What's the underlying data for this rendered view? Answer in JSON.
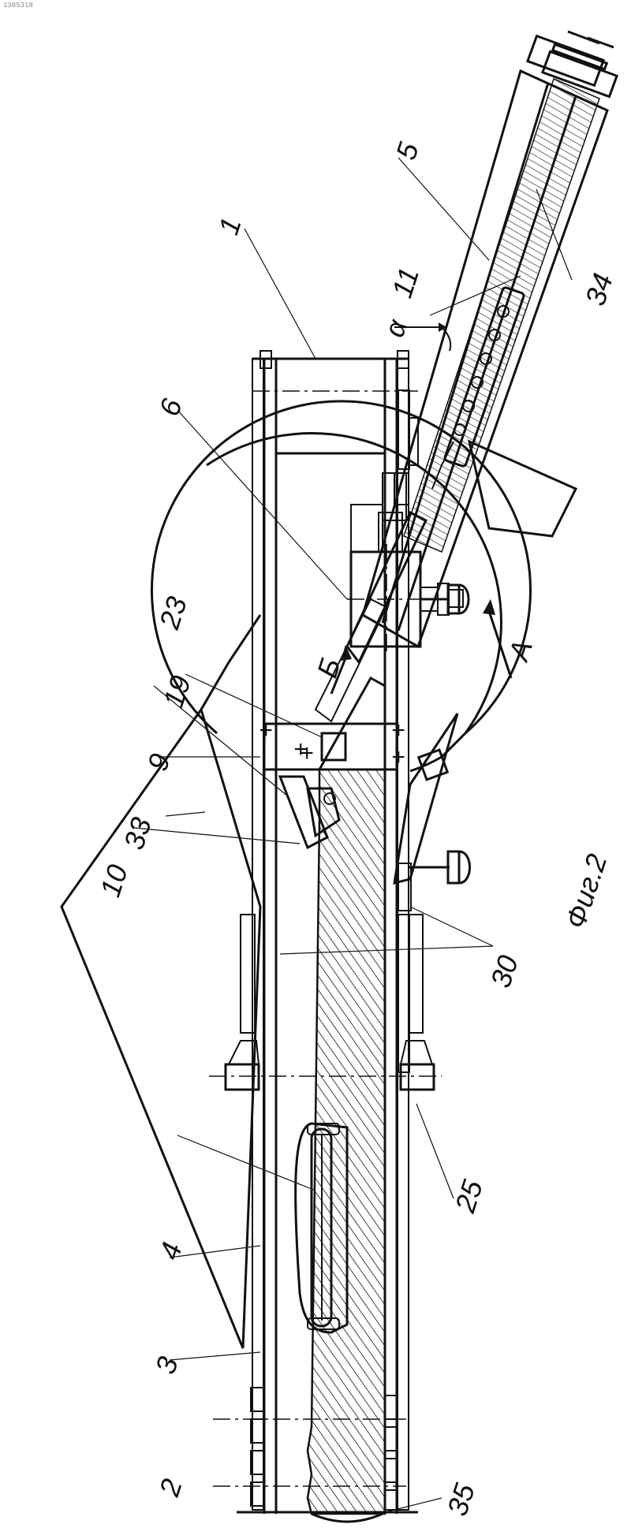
{
  "corner_mark": "1305318",
  "figure_caption": "Фиг.2",
  "callouts": {
    "c1": "1",
    "c2": "2",
    "c3": "3",
    "c4": "4",
    "c5": "5",
    "c6": "6",
    "c9": "9",
    "c10": "10",
    "c11": "11",
    "c19": "19",
    "c23": "23",
    "c25": "25",
    "c30": "30",
    "c33": "33",
    "c34": "34",
    "c35": "35"
  },
  "symbols": {
    "alpha": "α",
    "view_a": "А",
    "view_b": "Б"
  }
}
